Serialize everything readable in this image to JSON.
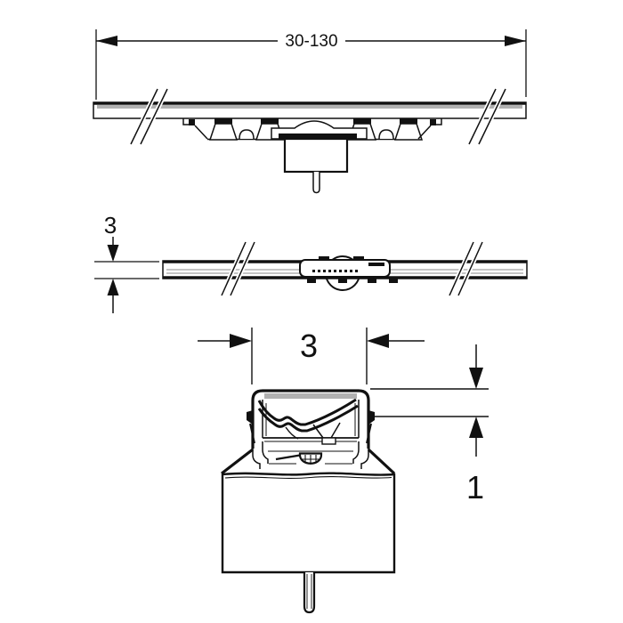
{
  "drawing": {
    "name": "shower-channel-dimension-drawing",
    "colors": {
      "bg": "#ffffff",
      "line": "#111111",
      "shade": "#b1b1b1"
    },
    "views": {
      "elevation": {
        "length_dim": {
          "label": "30-130"
        }
      },
      "profile": {
        "thickness_dim": {
          "label": "3"
        }
      },
      "section": {
        "width_dim": {
          "label": "3"
        },
        "depth_dim": {
          "label": "1"
        }
      }
    }
  }
}
